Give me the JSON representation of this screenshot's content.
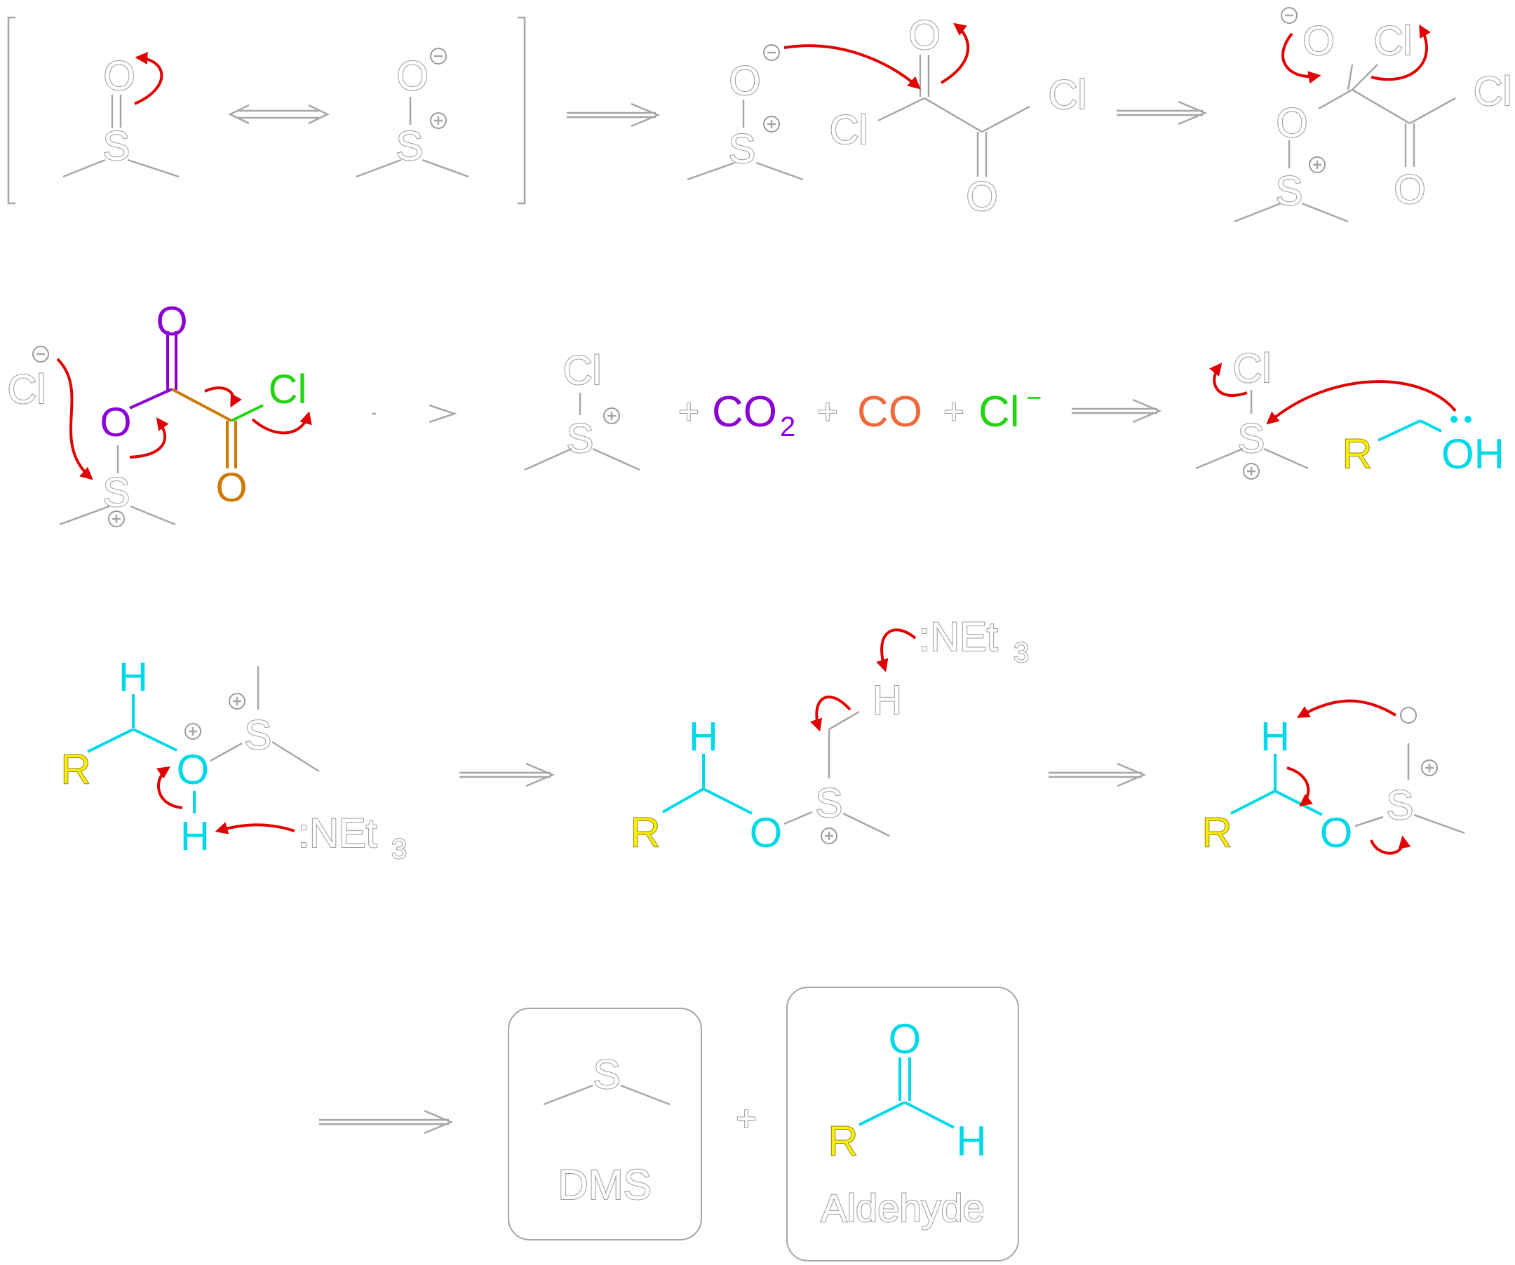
{
  "scheme": {
    "atoms": {
      "oxygen": "O",
      "sulfur": "S",
      "chlorine": "Cl",
      "hydrogen": "H",
      "r_group": "R",
      "hydroxyl": "OH"
    },
    "species": {
      "carbon_dioxide": "CO",
      "carbon_dioxide_subscript": "2",
      "carbon_monoxide": "CO",
      "chloride_ion": "Cl",
      "chloride_charge": "−",
      "triethylamine": ":NEt",
      "triethylamine_subscript": "3"
    },
    "plus_sign": "+",
    "products": {
      "dms_label": "DMS",
      "aldehyde_label": "Aldehyde"
    },
    "colors": {
      "electron_arrow": "#e00000",
      "outline_text": "#9a9a9a",
      "purple": "#8a00d4",
      "orange": "#cc7a00",
      "green": "#22d411",
      "salmon": "#ee6a3a",
      "yellow": "#ffee00",
      "cyan": "#00d8e8"
    }
  }
}
